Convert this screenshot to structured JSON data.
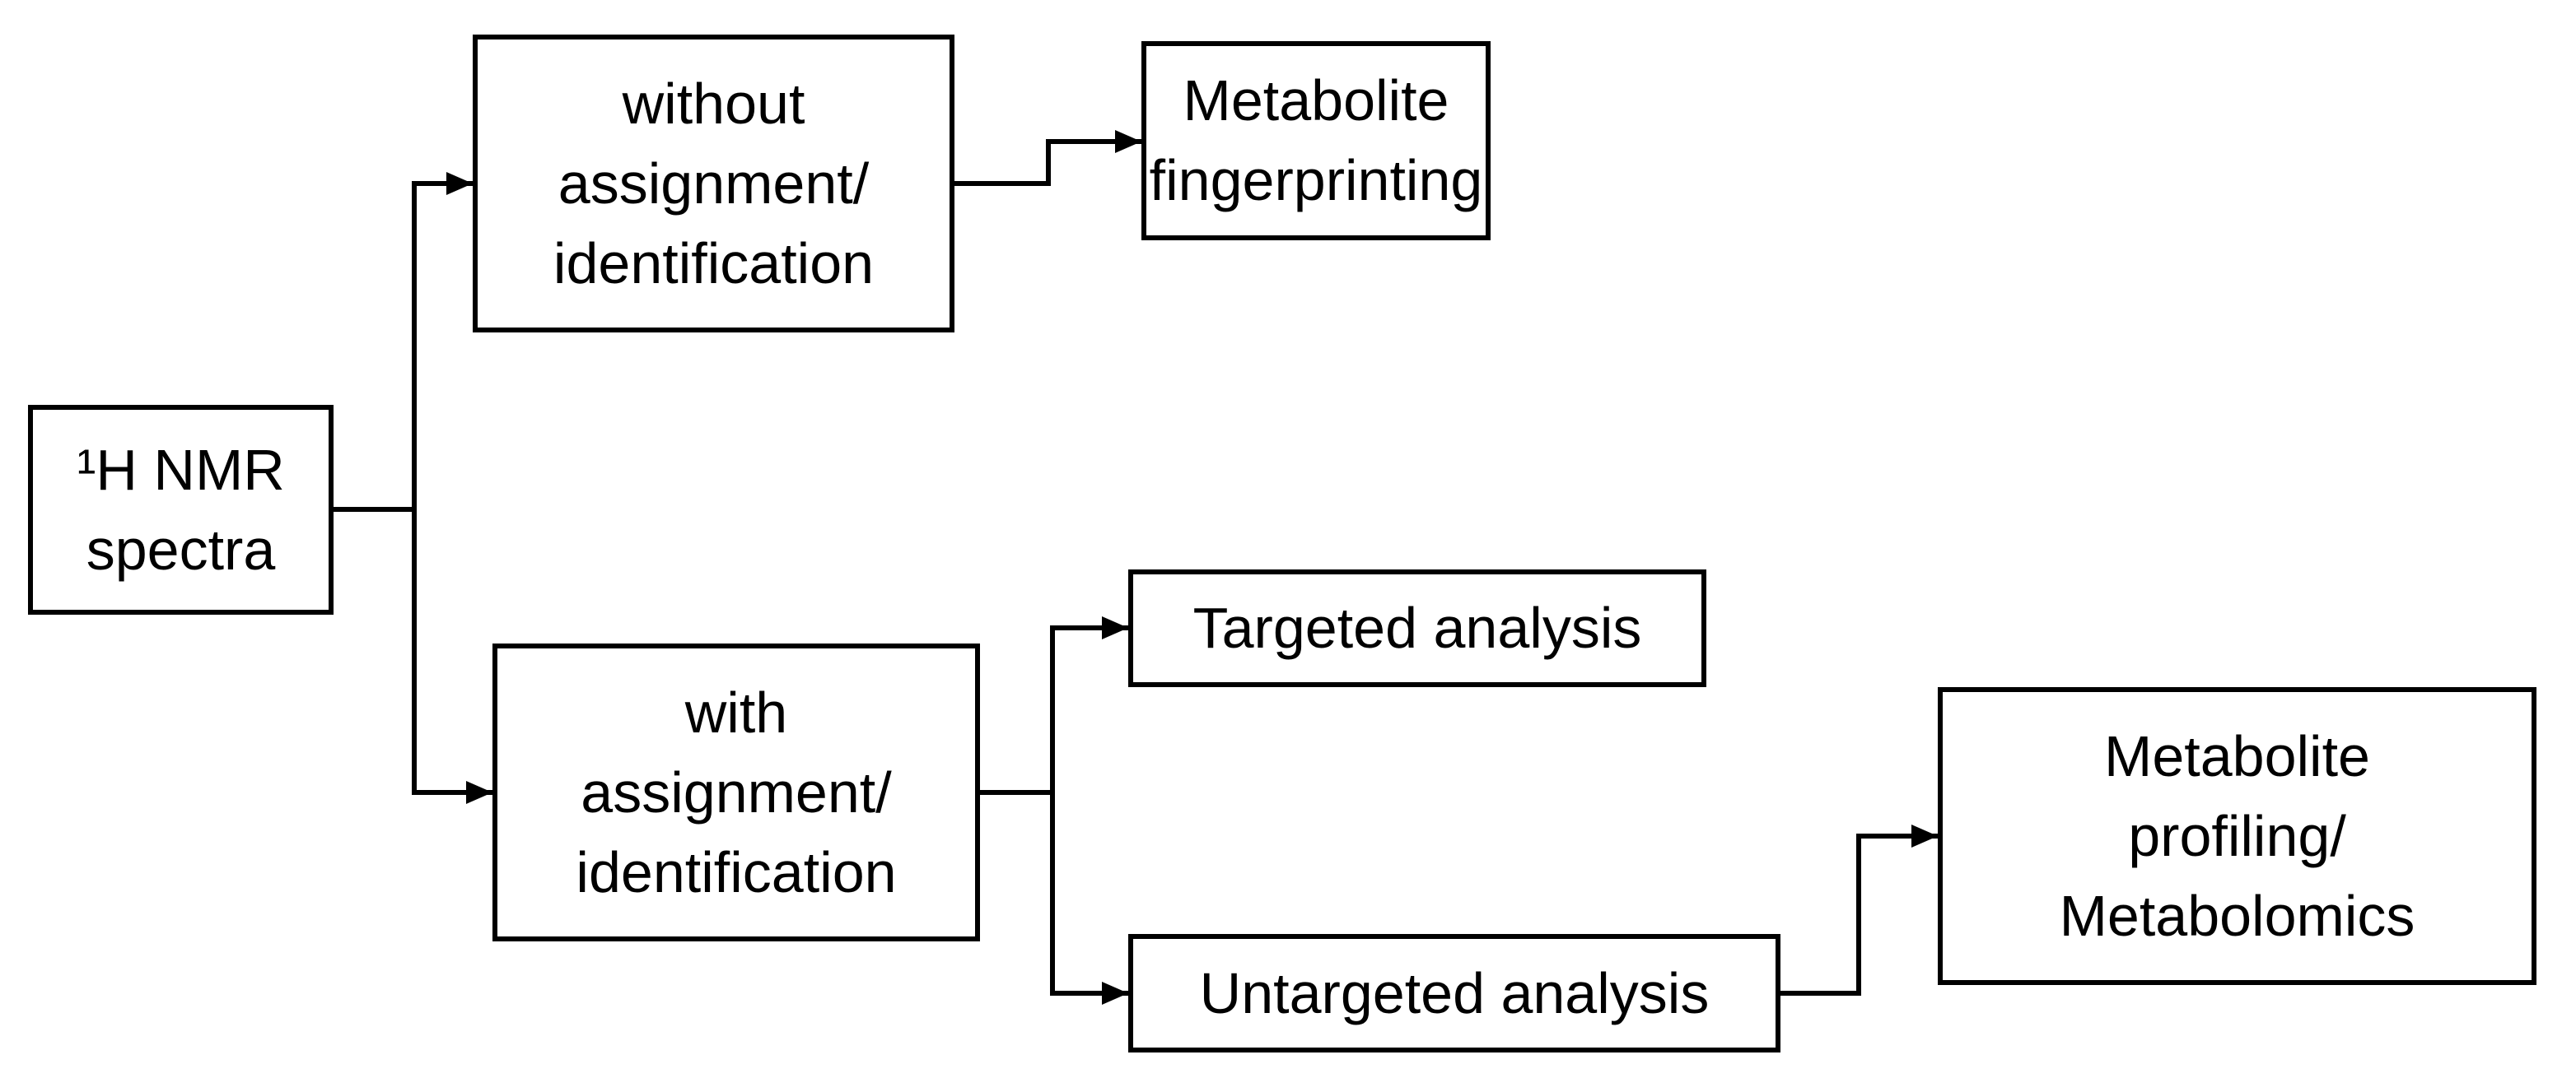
{
  "diagram": {
    "title": "1H NMR metabolomics workflow flowchart",
    "background_color": "#ffffff",
    "line_color": "#000000",
    "nodes": {
      "nmr": {
        "lines": [
          "¹H NMR",
          "spectra"
        ]
      },
      "without_assignment": {
        "lines": [
          "without",
          "assignment/",
          "identification"
        ]
      },
      "fingerprinting": {
        "lines": [
          "Metabolite",
          "fingerprinting"
        ]
      },
      "with_assignment": {
        "lines": [
          "with",
          "assignment/",
          "identification"
        ]
      },
      "targeted": {
        "lines": [
          "Targeted analysis"
        ]
      },
      "untargeted": {
        "lines": [
          "Untargeted analysis"
        ]
      },
      "profiling": {
        "lines": [
          "Metabolite",
          "profiling/",
          "Metabolomics"
        ]
      }
    },
    "edges": [
      {
        "from": "nmr",
        "to": "without_assignment"
      },
      {
        "from": "nmr",
        "to": "with_assignment"
      },
      {
        "from": "without_assignment",
        "to": "fingerprinting"
      },
      {
        "from": "with_assignment",
        "to": "targeted"
      },
      {
        "from": "with_assignment",
        "to": "untargeted"
      },
      {
        "from": "untargeted",
        "to": "profiling"
      }
    ]
  }
}
